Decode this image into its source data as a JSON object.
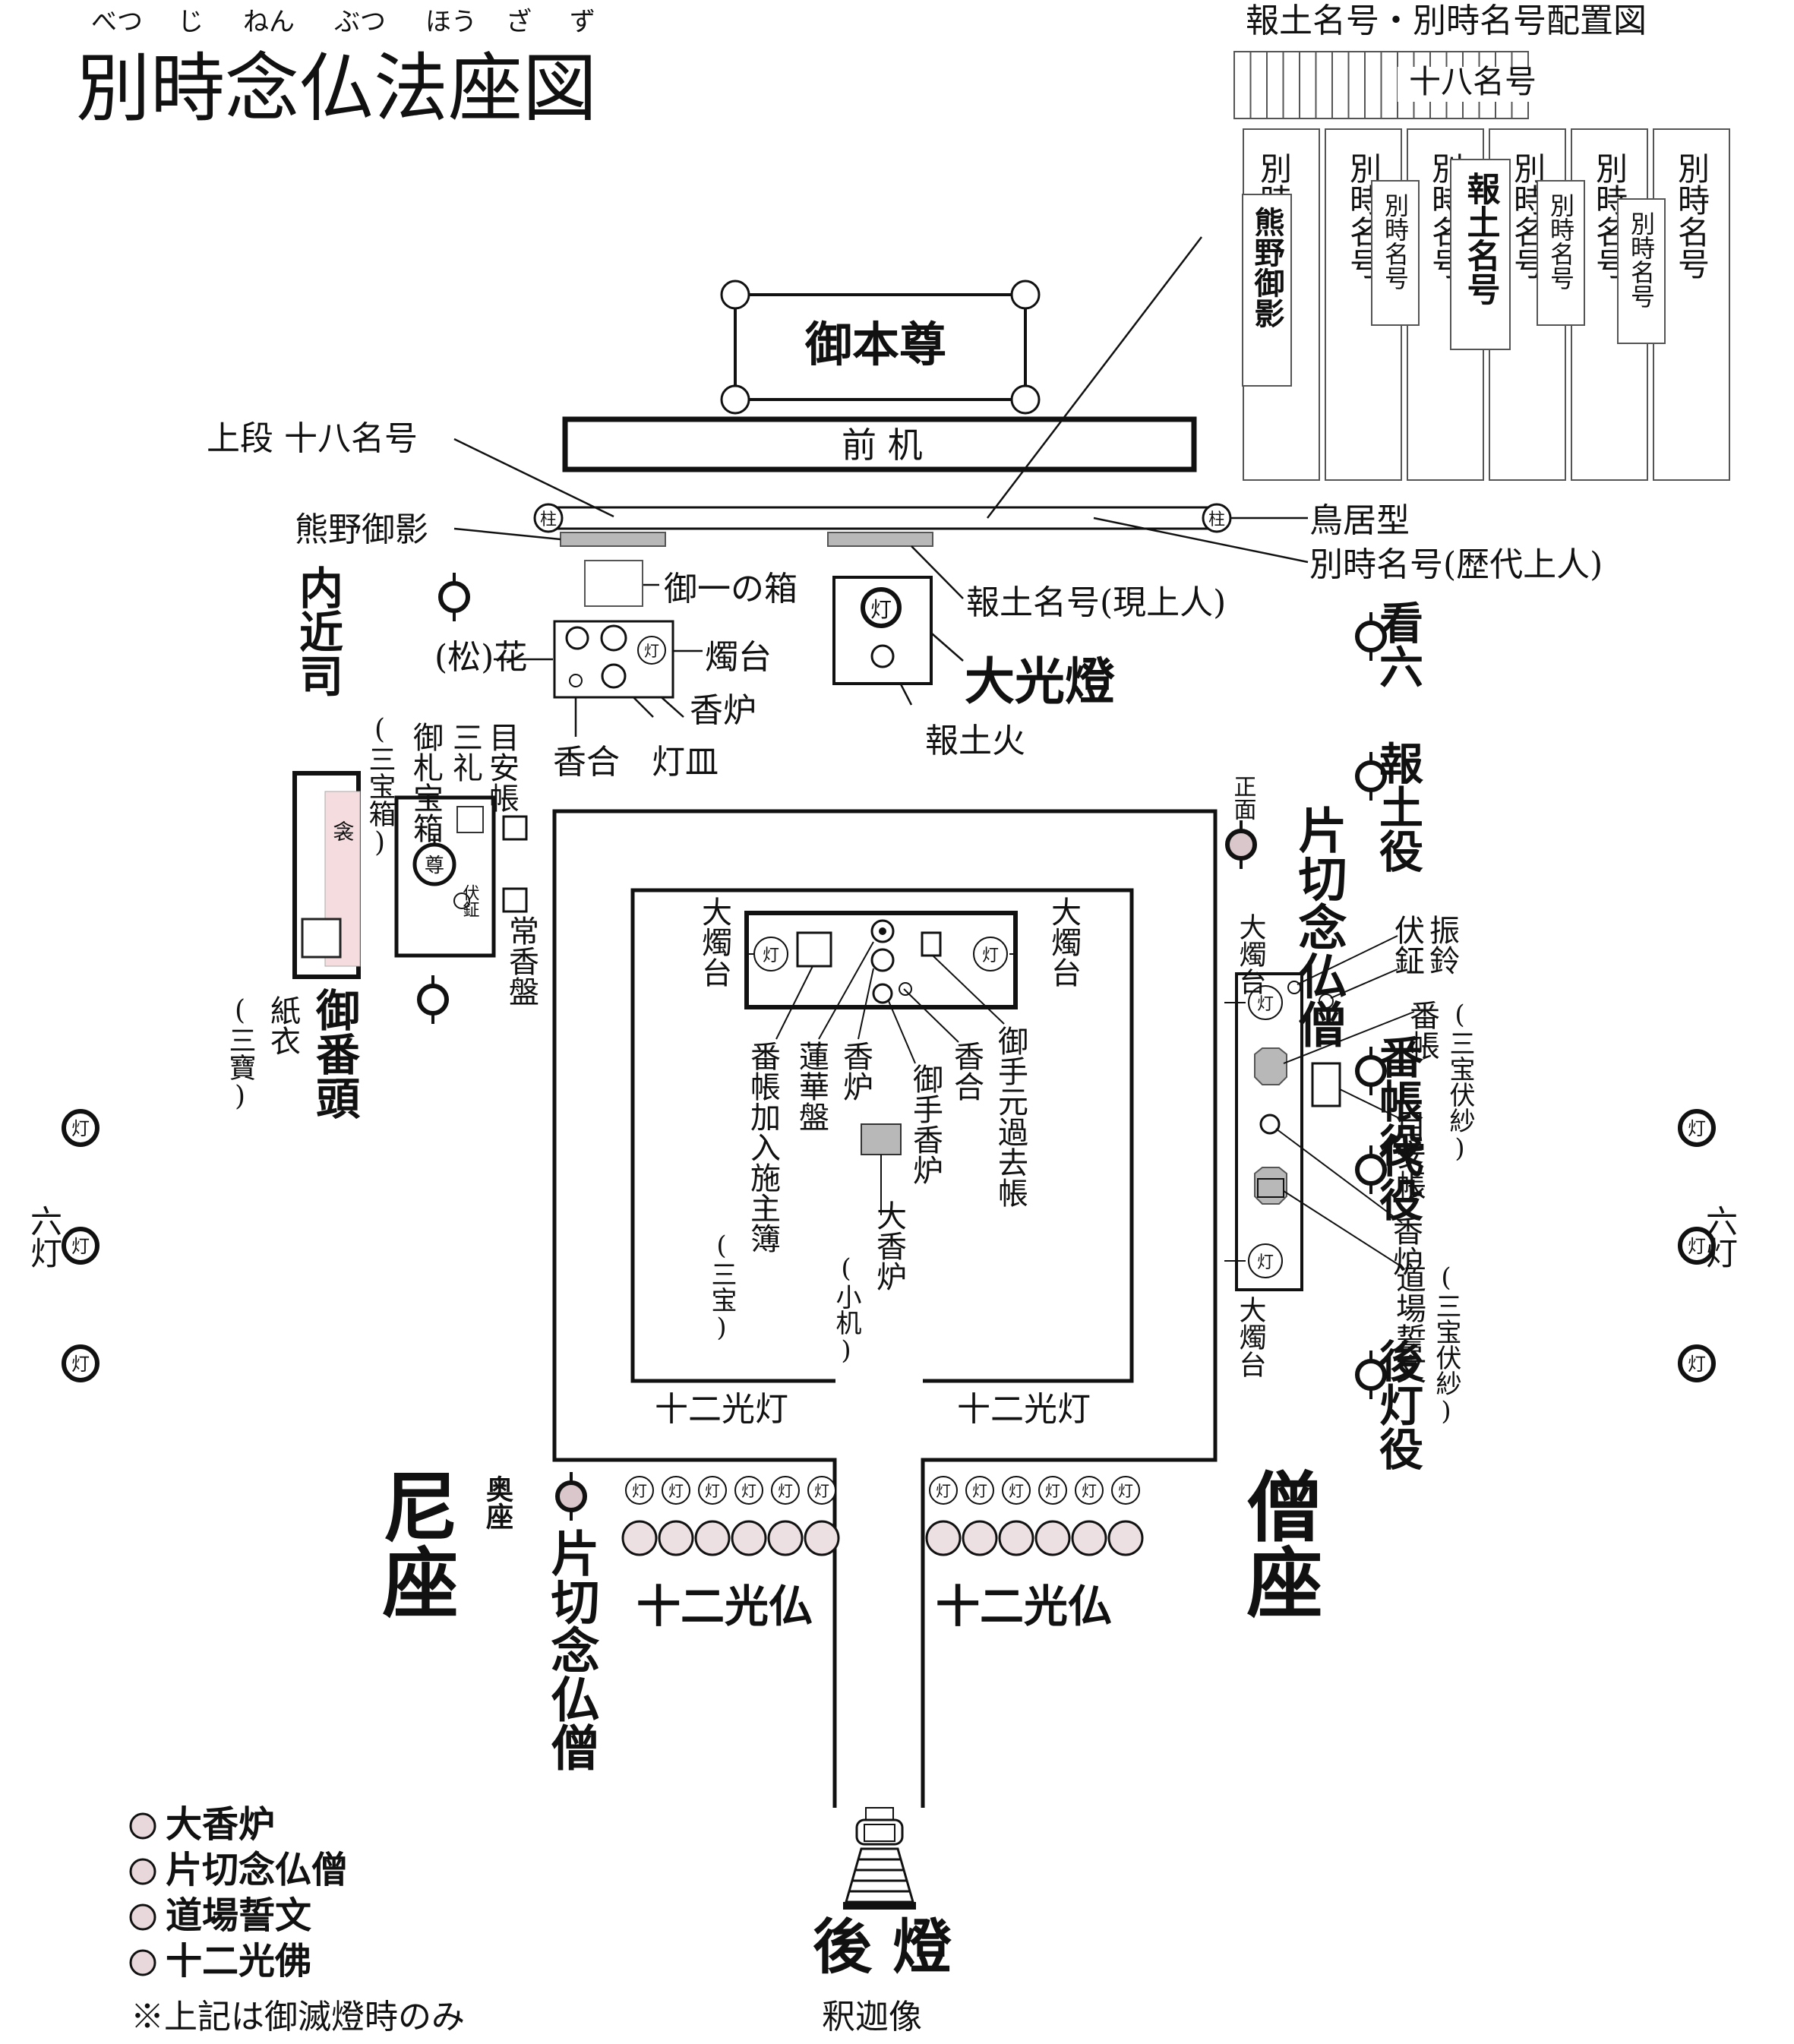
{
  "title": "別時念仏法座図",
  "title_ruby": [
    "べつ",
    "じ",
    "ねん",
    "ぶつ",
    "ほう",
    "ざ",
    "ず"
  ],
  "inset": {
    "title": "報土名号・別時名号配置図",
    "top_label": "十八名号",
    "columns": [
      "別時名号",
      "別時名号",
      "別時名号",
      "別時名号",
      "別時名号",
      "別時名号"
    ],
    "inner_plates": [
      "熊野御影",
      "別時名号",
      "報土名号",
      "別時名号",
      "別時名号"
    ]
  },
  "altar": {
    "gohonzon": "御本尊",
    "maezukue": "前 机"
  },
  "callouts": {
    "jodan": "上段 十八名号",
    "kumano": "熊野御影",
    "torii": "鳥居型",
    "betsuji_rekidai": "別時名号(歴代上人)",
    "hodo_genshonin": "報土名号(現上人)",
    "goichi_hako": "御一の箱",
    "matsu_hana": "(松)花",
    "shokudai": "燭台",
    "koro": "香炉",
    "kogo": "香合",
    "tozara": "灯皿",
    "daikoto": "大光燈",
    "hodobi": "報土火",
    "meyasucho": "目安帳",
    "sanrei": "三礼",
    "ofuda_hako": "御札宝箱",
    "gonbako_paren": "(三宝箱)",
    "kamiko": "紙衣",
    "kamiko_sub": "(三寶)",
    "jokoban": "常香盤",
    "fusegane_small": "伏鉦"
  },
  "inner_table": {
    "oshokudai_left": "大燭台",
    "oshokudai_right": "大燭台",
    "banchou": "番帳加入施主簿",
    "banchou_sub": "(三宝)",
    "rengeban": "蓮華盤",
    "koro": "香炉",
    "kogo": "香合",
    "otekoro": "御手香炉",
    "otemoto": "御手元過去帳",
    "daikoro": "大香炉",
    "daikoro_sub": "(小机)"
  },
  "right_table": {
    "oshokudai_top": "大燭台",
    "oshokudai_bottom": "大燭台",
    "fusegane_furi": "伏鉦",
    "furi_rei": "振鈴",
    "banchou_right": "番帳",
    "banchou_right_sub": "(三宝伏紗)",
    "meyasucho_r": "目安帳",
    "koro_r": "香炉",
    "dojo_seimon": "道場誓文",
    "dojo_sub": "(三宝伏紗)"
  },
  "roles": {
    "naigushi": "内近司",
    "kanroku": "看六",
    "hodoyaku": "報土役",
    "shomen": "正面",
    "katakiri": "片切念仏僧",
    "obanto": "御番頭",
    "banchou_yaku": "番帳役",
    "daiyaku": "代役",
    "ushirotou_yaku": "後灯役",
    "okuza": "奥座",
    "katakiri2": "片切念仏僧"
  },
  "lamps": {
    "to": "灯",
    "hashira": "柱",
    "rokuto": "六灯",
    "son": "尊"
  },
  "bottom": {
    "juni_koto_left": "十二光灯",
    "juni_koto_right": "十二光灯",
    "juni_kobutsu_left": "十二光仏",
    "juni_kobutsu_right": "十二光仏",
    "niza": "尼座",
    "soza": "僧座",
    "goto": "後 燈",
    "shakazo": "釈迦像"
  },
  "legend": {
    "items": [
      "大香炉",
      "片切念仏僧",
      "道場誓文",
      "十二光佛"
    ],
    "note": "※上記は御滅燈時のみ",
    "marker_color": "#e8d8dc"
  },
  "colors": {
    "line": "#111111",
    "gray_fill": "#b8b8b8",
    "pink_fill": "#f4dcdf",
    "role_fill": "#d9c7cb"
  }
}
